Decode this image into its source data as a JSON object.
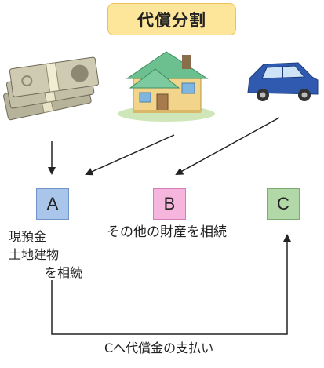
{
  "title": "代償分割",
  "nodes": {
    "a": "A",
    "b": "B",
    "c": "C"
  },
  "a_inheritance": {
    "line1": "現預金",
    "line2": "土地建物",
    "line3": "を相続"
  },
  "b_inheritance": "その他の財産を相続",
  "payment_label": "Cへ代償金の支払い",
  "icons": [
    "cash-bundle-icon",
    "house-icon",
    "car-icon"
  ],
  "colors": {
    "title_bg": "#fde59a",
    "node_a": "#a9c6ea",
    "node_b": "#f6b5dc",
    "node_c": "#b2d8a8"
  }
}
